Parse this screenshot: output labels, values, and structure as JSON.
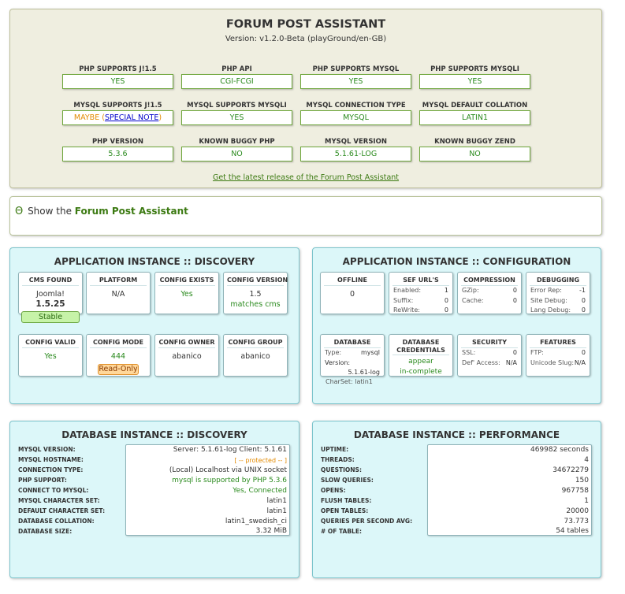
{
  "header": {
    "title": "FORUM POST ASSISTANT",
    "version": "Version: v1.2.0-Beta (playGround/en-GB)",
    "env": [
      {
        "label": "PHP SUPPORTS J!1.5",
        "value": "YES"
      },
      {
        "label": "PHP API",
        "value": "CGI-FCGI"
      },
      {
        "label": "PHP SUPPORTS MYSQL",
        "value": "YES"
      },
      {
        "label": "PHP SUPPORTS MYSQLI",
        "value": "YES"
      },
      {
        "label": "MYSQL SUPPORTS J!1.5",
        "value": "MAYBE",
        "open": "(",
        "link": "SPECIAL NOTE",
        "close": ")"
      },
      {
        "label": "MYSQL SUPPORTS MYSQLI",
        "value": "YES"
      },
      {
        "label": "MYSQL CONNECTION TYPE",
        "value": "MYSQL"
      },
      {
        "label": "MYSQL DEFAULT COLLATION",
        "value": "LATIN1"
      },
      {
        "label": "PHP VERSION",
        "value": "5.3.6"
      },
      {
        "label": "KNOWN BUGGY PHP",
        "value": "NO"
      },
      {
        "label": "MYSQL VERSION",
        "value": "5.1.61-LOG"
      },
      {
        "label": "KNOWN BUGGY ZEND",
        "value": "NO"
      }
    ],
    "latest_link": "Get the latest release of the Forum Post Assistant"
  },
  "toggle": {
    "icon": "Θ",
    "prefix": "Show the",
    "strong": "Forum Post Assistant"
  },
  "app_discovery": {
    "title": "APPLICATION INSTANCE :: DISCOVERY",
    "cms_found": {
      "label": "CMS FOUND",
      "name": "Joomla!",
      "version": "1.5.25",
      "badge": "Stable"
    },
    "platform": {
      "label": "PLATFORM",
      "value": "N/A"
    },
    "config_exists": {
      "label": "CONFIG EXISTS",
      "value": "Yes"
    },
    "config_version": {
      "label": "CONFIG VERSION",
      "value": "1.5",
      "note": "matches cms"
    },
    "config_valid": {
      "label": "CONFIG VALID",
      "value": "Yes"
    },
    "config_mode": {
      "label": "CONFIG MODE",
      "value": "444",
      "badge": "Read-Only"
    },
    "config_owner": {
      "label": "CONFIG OWNER",
      "value": "abanico"
    },
    "config_group": {
      "label": "CONFIG GROUP",
      "value": "abanico"
    }
  },
  "app_config": {
    "title": "APPLICATION INSTANCE :: CONFIGURATION",
    "offline": {
      "label": "OFFLINE",
      "value": "0"
    },
    "sef": {
      "label": "SEF URL'S",
      "rows": [
        [
          "Enabled:",
          "1"
        ],
        [
          "Suffix:",
          "0"
        ],
        [
          "ReWrite:",
          "0"
        ]
      ]
    },
    "compression": {
      "label": "COMPRESSION",
      "rows": [
        [
          "GZip:",
          "0"
        ],
        [
          "Cache:",
          "0"
        ]
      ]
    },
    "debugging": {
      "label": "DEBUGGING",
      "rows": [
        [
          "Error Rep:",
          "-1"
        ],
        [
          "Site Debug:",
          "0"
        ],
        [
          "Lang Debug:",
          "0"
        ]
      ]
    },
    "database": {
      "label": "DATABASE",
      "type_key": "Type:",
      "type_val": "mysql",
      "version_key": "Version:",
      "version_val": "5.1.61-log",
      "charset": "CharSet:   latin1"
    },
    "db_credentials": {
      "label": "DATABASE CREDENTIALS",
      "line1": "appear",
      "line2": "in-complete"
    },
    "security": {
      "label": "SECURITY",
      "rows": [
        [
          "SSL:",
          "0"
        ],
        [
          "Def' Access:",
          "N/A"
        ]
      ]
    },
    "features": {
      "label": "FEATURES",
      "rows": [
        [
          "FTP:",
          "0"
        ],
        [
          "Unicode Slug:",
          "N/A"
        ]
      ]
    }
  },
  "db_discovery": {
    "title": "DATABASE INSTANCE :: DISCOVERY",
    "rows": [
      {
        "label": "MYSQL VERSION:",
        "value": "Server: 5.1.61-log   Client: 5.1.61",
        "style": ""
      },
      {
        "label": "MYSQL HOSTNAME:",
        "value": "[ -- protected -- ]",
        "style": "orange"
      },
      {
        "label": "CONNECTION TYPE:",
        "value": "(Local) Localhost via UNIX socket",
        "style": ""
      },
      {
        "label": "PHP SUPPORT:",
        "value": "mysql is supported by PHP 5.3.6",
        "style": "green"
      },
      {
        "label": "CONNECT TO MYSQL:",
        "value": "Yes, Connected",
        "style": "green"
      },
      {
        "label": "MYSQL CHARACTER SET:",
        "value": "latin1",
        "style": ""
      },
      {
        "label": "DEFAULT CHARACTER SET:",
        "value": "latin1",
        "style": ""
      },
      {
        "label": "DATABASE COLLATION:",
        "value": "latin1_swedish_ci",
        "style": ""
      },
      {
        "label": "DATABASE SIZE:",
        "value": "3.32 MiB",
        "style": ""
      }
    ]
  },
  "db_perf": {
    "title": "DATABASE INSTANCE :: PERFORMANCE",
    "rows": [
      {
        "label": "UPTIME:",
        "value": "469982 seconds"
      },
      {
        "label": "THREADS:",
        "value": "4"
      },
      {
        "label": "QUESTIONS:",
        "value": "34672279"
      },
      {
        "label": "SLOW QUERIES:",
        "value": "150"
      },
      {
        "label": "OPENS:",
        "value": "967758"
      },
      {
        "label": "FLUSH TABLES:",
        "value": "1"
      },
      {
        "label": "OPEN TABLES:",
        "value": "20000"
      },
      {
        "label": "QUERIES PER SECOND AVG:",
        "value": "73.773"
      },
      {
        "label": "# OF TABLE:",
        "value": "54 tables"
      }
    ]
  },
  "colors": {
    "header_bg": "#efeee0",
    "panel_cyan": "#dcf7f9",
    "good_green": "#2a8a1d",
    "warn_orange": "#e38a00",
    "link_blue": "#0000cc"
  }
}
